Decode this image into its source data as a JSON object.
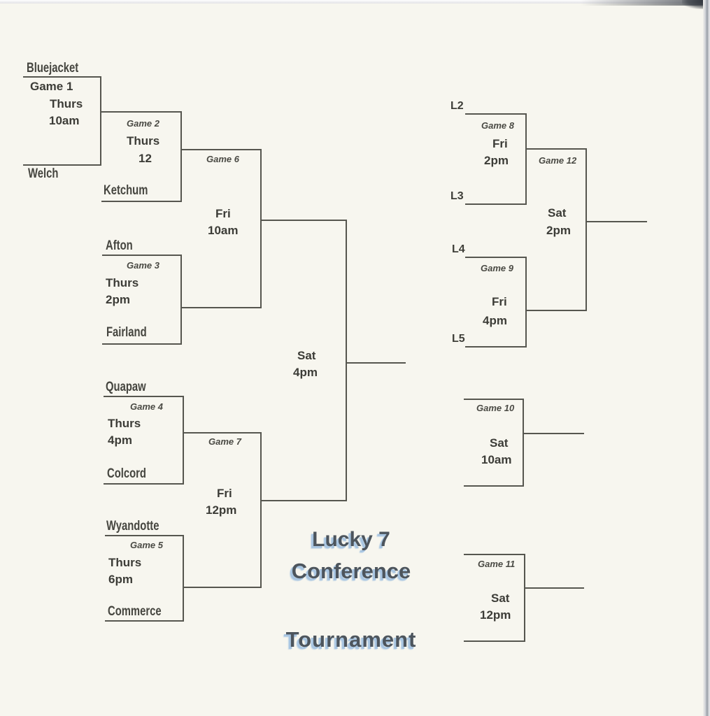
{
  "title": {
    "line1": "Lucky 7",
    "line2": "Conference",
    "line3": "Tournament"
  },
  "colors": {
    "paper": "#f7f6ef",
    "bracket_line": "#56564f",
    "team_text": "#45453f",
    "info_text": "#3c3c37",
    "title_fill": "#4d555d",
    "title_shadow": "#a9c6e2"
  },
  "games": {
    "g1": {
      "label": "Game 1",
      "day": "Thurs",
      "time": "10am",
      "top": "Bluejacket",
      "bottom": "Welch"
    },
    "g2": {
      "label": "Game 2",
      "day": "Thurs",
      "time": "12",
      "bottom": "Ketchum"
    },
    "g3": {
      "label": "Game 3",
      "day": "Thurs",
      "time": "2pm",
      "top": "Afton",
      "bottom": "Fairland"
    },
    "g4": {
      "label": "Game 4",
      "day": "Thurs",
      "time": "4pm",
      "top": "Quapaw",
      "bottom": "Colcord"
    },
    "g5": {
      "label": "Game 5",
      "day": "Thurs",
      "time": "6pm",
      "top": "Wyandotte",
      "bottom": "Commerce"
    },
    "g6": {
      "label": "Game 6",
      "day": "Fri",
      "time": "10am"
    },
    "g7": {
      "label": "Game 7",
      "day": "Fri",
      "time": "12pm"
    },
    "championship": {
      "day": "Sat",
      "time": "4pm"
    },
    "g8": {
      "label": "Game 8",
      "day": "Fri",
      "time": "2pm",
      "top": "L2",
      "bottom": "L3"
    },
    "g9": {
      "label": "Game 9",
      "day": "Fri",
      "time": "4pm",
      "top": "L4",
      "bottom": "L5"
    },
    "g10": {
      "label": "Game 10",
      "day": "Sat",
      "time": "10am"
    },
    "g11": {
      "label": "Game 11",
      "day": "Sat",
      "time": "12pm"
    },
    "g12": {
      "label": "Game 12",
      "day": "Sat",
      "time": "2pm"
    }
  }
}
